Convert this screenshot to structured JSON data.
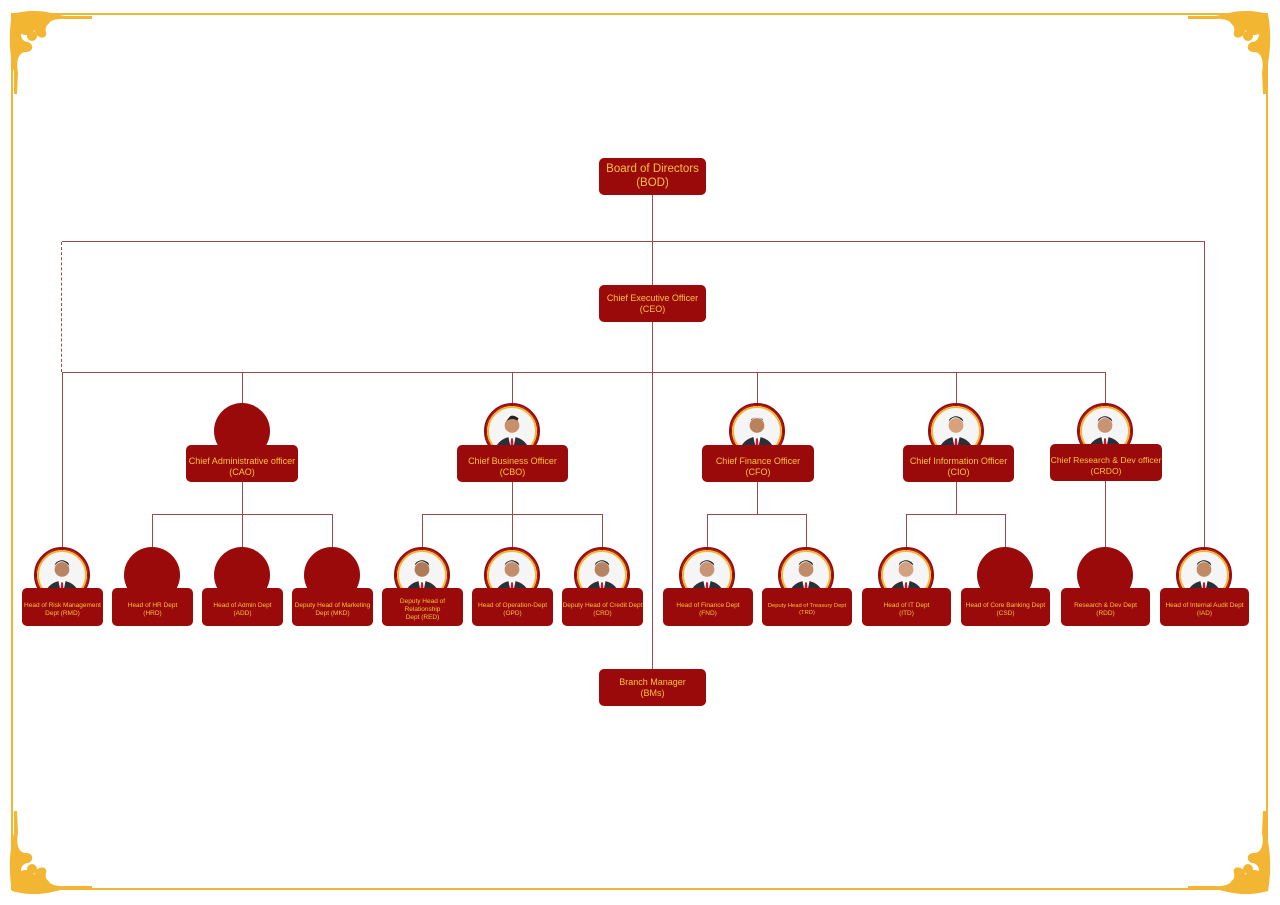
{
  "colors": {
    "node_fill": "#9b0a0a",
    "node_text": "#f7c23a",
    "connector": "#9b4a4a",
    "frame_gold": "#f2b632"
  },
  "top": {
    "bod": {
      "title": "Board of Directors",
      "abbr": "(BOD)"
    },
    "ceo": {
      "title": "Chief Executive Officer",
      "abbr": "(CEO)"
    },
    "branch": {
      "title": "Branch Manager",
      "abbr": "(BMs)"
    }
  },
  "chiefs": [
    {
      "title": "Chief Administrative officer",
      "abbr": "(CAO)",
      "photo": false
    },
    {
      "title": "Chief Business Officer",
      "abbr": "(CBO)",
      "photo": true
    },
    {
      "title": "Chief Finance Officer",
      "abbr": "(CFO)",
      "photo": true
    },
    {
      "title": "Chief Information Officer",
      "abbr": "(CIO)",
      "photo": true
    },
    {
      "title": "Chief Research & Dev officer",
      "abbr": "(CRDO)",
      "photo": true
    }
  ],
  "departments": [
    {
      "title": "Head of Risk Management",
      "abbr": "Dept (RMD)",
      "photo": true
    },
    {
      "title": "Head of HR Dept",
      "abbr": "(HRD)",
      "photo": false
    },
    {
      "title": "Head of Admin Dept",
      "abbr": "(ADD)",
      "photo": false
    },
    {
      "title": "Deputy Head of Marketing",
      "abbr": "Dept (MKD)",
      "photo": false
    },
    {
      "title": "Deputy Head of Relationship",
      "abbr": "Dept (RED)",
      "photo": true
    },
    {
      "title": "Head of Operation-Dept",
      "abbr": "(OPD)",
      "photo": true
    },
    {
      "title": "Deputy Head of Credit Dept",
      "abbr": "(CRD)",
      "photo": true
    },
    {
      "title": "Head of Finance Dept",
      "abbr": "(FND)",
      "photo": true
    },
    {
      "title": "Deputy Head of  Treasury Dept",
      "abbr": "(TRD)",
      "photo": true
    },
    {
      "title": "Head of IT Dept",
      "abbr": "(ITD)",
      "photo": true
    },
    {
      "title": "Head of Core Banking Dept",
      "abbr": "(CSD)",
      "photo": false
    },
    {
      "title": "Research & Dev Dept",
      "abbr": "(RDD)",
      "photo": false
    },
    {
      "title": "Head of Internal Audit Dept",
      "abbr": "(IAD)",
      "photo": true
    }
  ]
}
